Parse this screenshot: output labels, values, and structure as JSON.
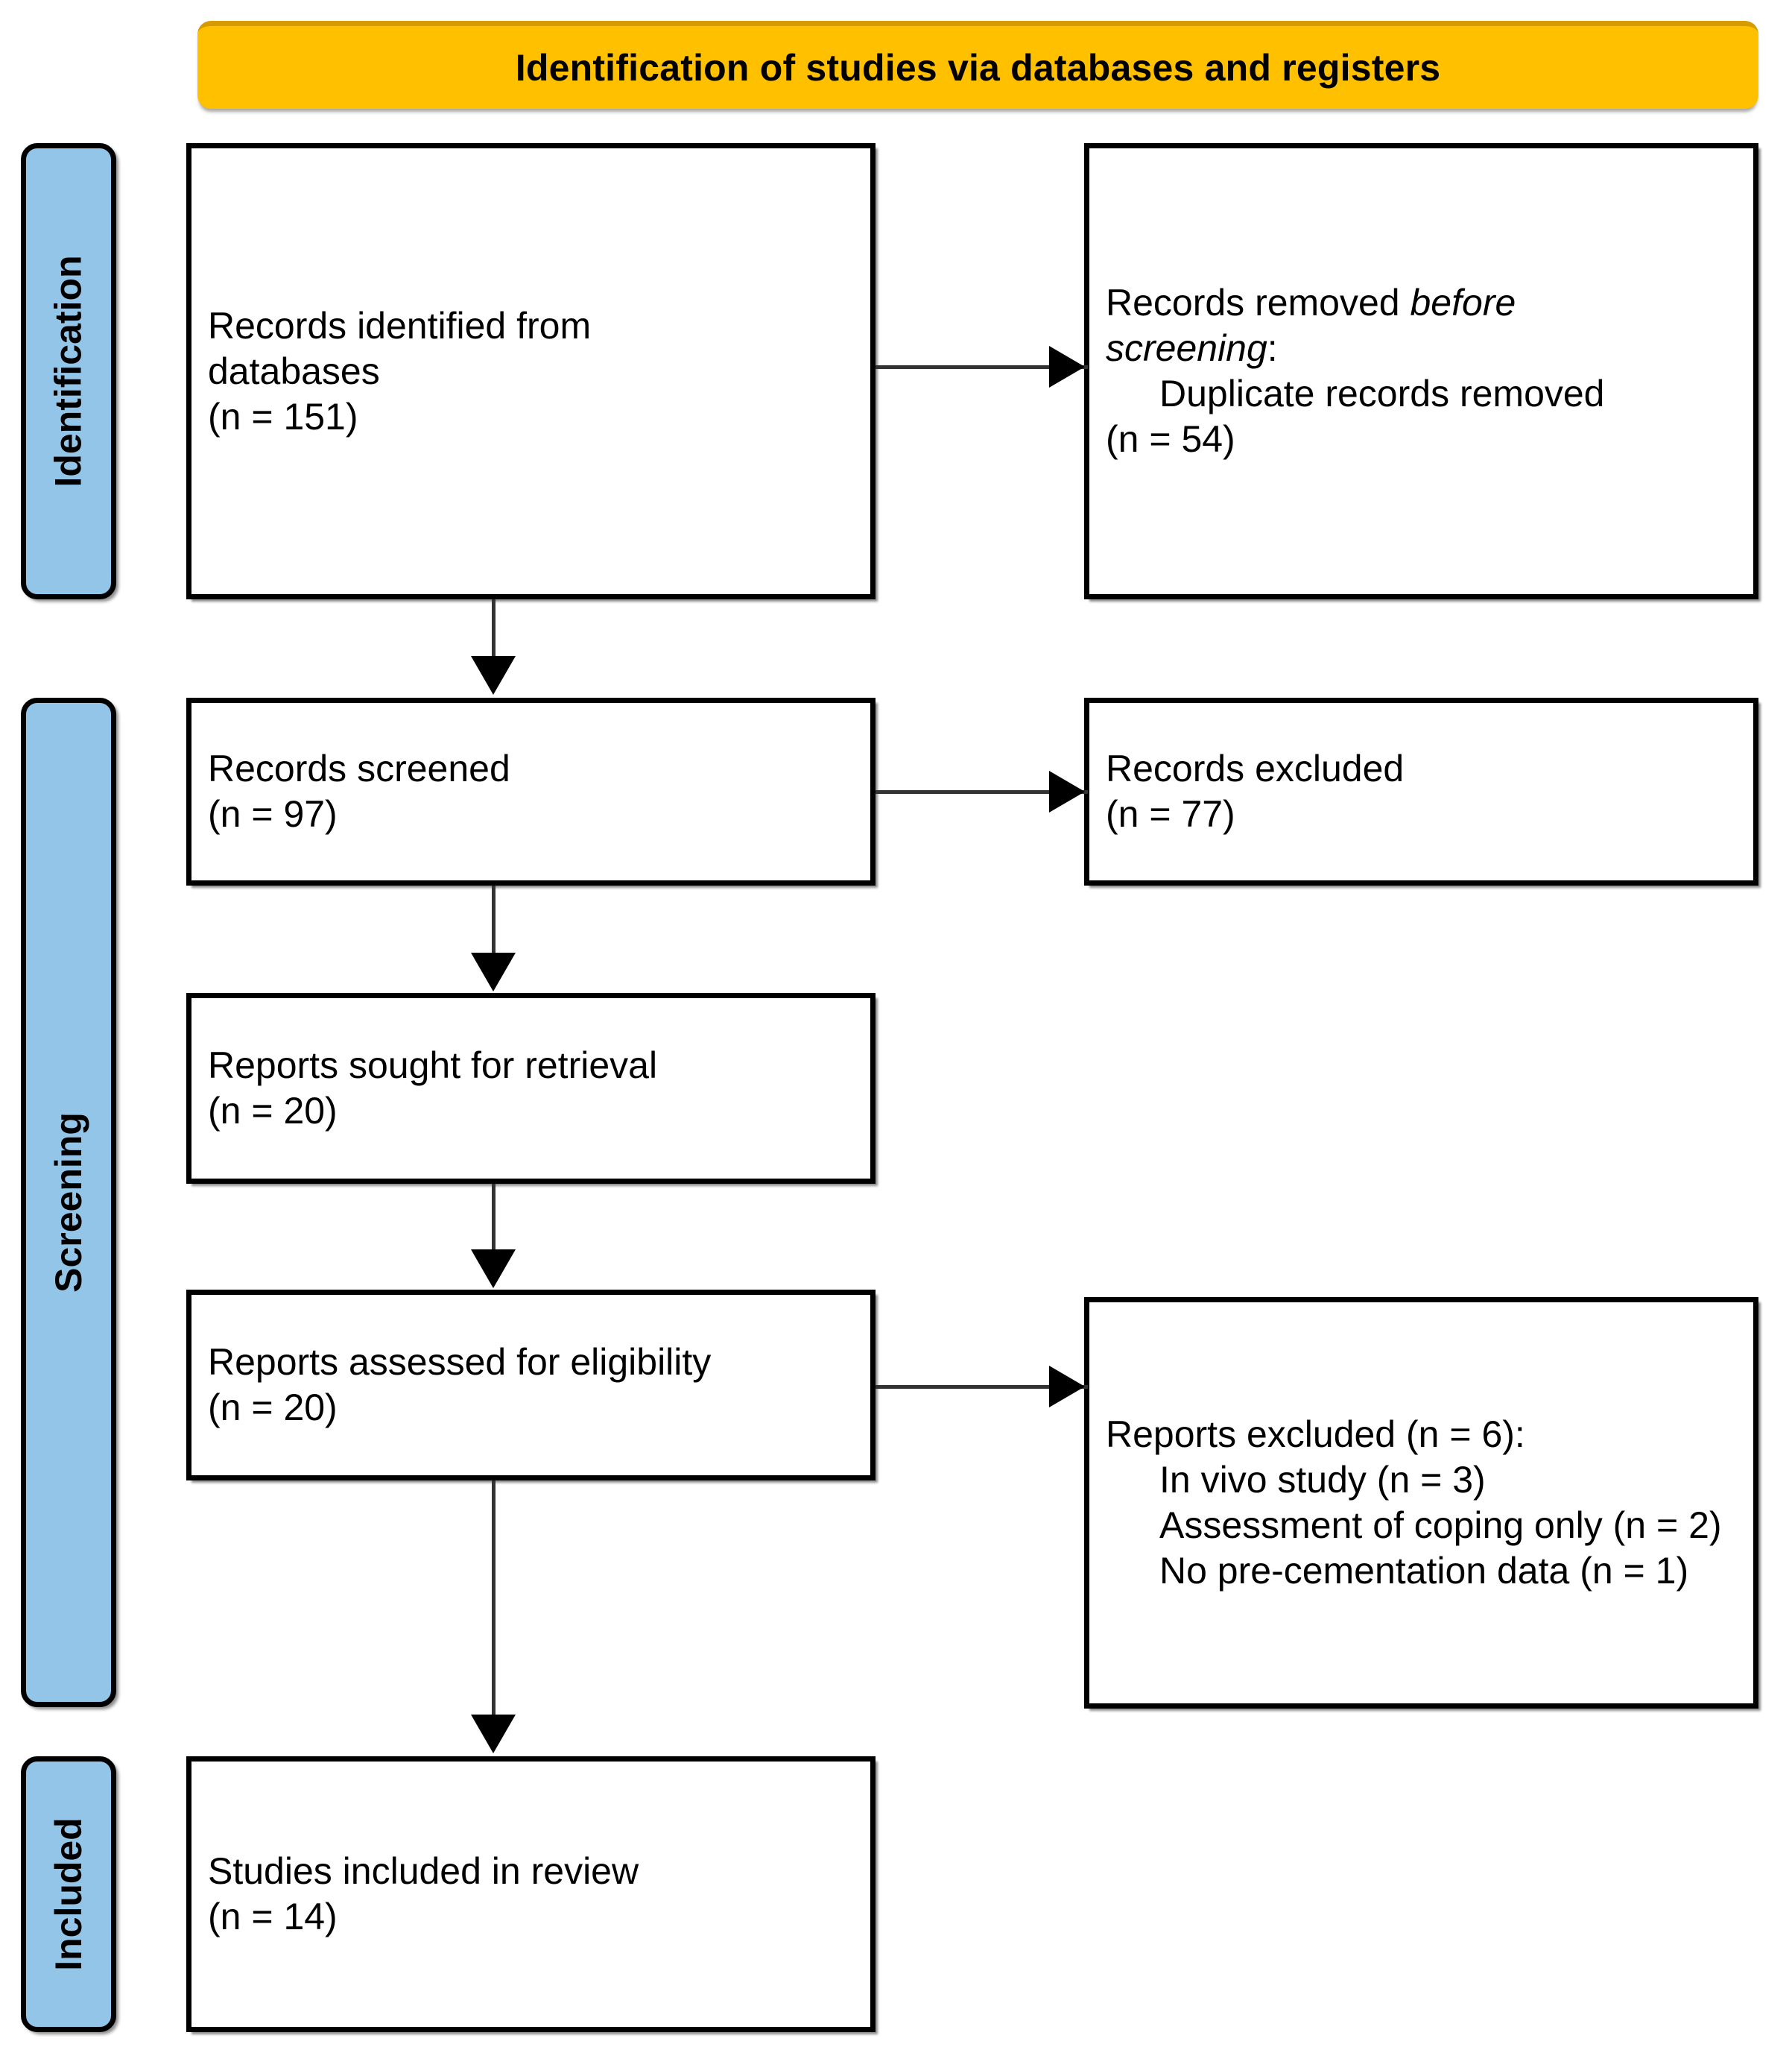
{
  "banner": {
    "title": "Identification of studies via databases and registers",
    "bg_color": "#FFC000"
  },
  "stage_bars": {
    "bg_color": "#92C5E8",
    "items": [
      {
        "id": "identification",
        "label": "Identification"
      },
      {
        "id": "screening",
        "label": "Screening"
      },
      {
        "id": "included",
        "label": "Included"
      }
    ]
  },
  "flow": {
    "identified": {
      "line1": "Records identified from",
      "line2": "databases",
      "line3": "(n = 151)",
      "count": 151
    },
    "removed": {
      "line1_prefix": "Records removed ",
      "line1_italic": "before",
      "line2_italic": "screening",
      "line2_suffix": ":",
      "line3": "Duplicate records removed",
      "line4": "(n = 54)",
      "count": 54
    },
    "screened": {
      "line1": "Records screened",
      "line2": "(n = 97)",
      "count": 97
    },
    "records_excluded": {
      "line1": "Records excluded",
      "line2": "(n = 77)",
      "count": 77
    },
    "sought": {
      "line1": "Reports sought for retrieval",
      "line2": "(n = 20)",
      "count": 20
    },
    "assessed": {
      "line1": "Reports assessed for eligibility",
      "line2": "(n = 20)",
      "count": 20
    },
    "reports_excluded": {
      "heading": "Reports excluded (n = 6):",
      "count": 6,
      "reasons": [
        {
          "text": "In vivo study (n = 3)",
          "count": 3
        },
        {
          "text": "Assessment of coping only (n = 2)",
          "count": 2
        },
        {
          "text": "No pre-cementation data (n = 1)",
          "count": 1
        }
      ]
    },
    "included": {
      "line1": "Studies included in review",
      "line2": "(n = 14)",
      "count": 14
    }
  },
  "chart_data": {
    "type": "diagram",
    "title": "Identification of studies via databases and registers",
    "nodes": [
      {
        "id": "identified",
        "stage": "Identification",
        "column": "left",
        "label": "Records identified from databases",
        "n": 151
      },
      {
        "id": "removed",
        "stage": "Identification",
        "column": "right",
        "label": "Records removed before screening: Duplicate records removed",
        "n": 54
      },
      {
        "id": "screened",
        "stage": "Screening",
        "column": "left",
        "label": "Records screened",
        "n": 97
      },
      {
        "id": "records_excluded",
        "stage": "Screening",
        "column": "right",
        "label": "Records excluded",
        "n": 77
      },
      {
        "id": "sought",
        "stage": "Screening",
        "column": "left",
        "label": "Reports sought for retrieval",
        "n": 20
      },
      {
        "id": "assessed",
        "stage": "Screening",
        "column": "left",
        "label": "Reports assessed for eligibility",
        "n": 20
      },
      {
        "id": "reports_excluded",
        "stage": "Screening",
        "column": "right",
        "label": "Reports excluded",
        "n": 6
      },
      {
        "id": "included",
        "stage": "Included",
        "column": "left",
        "label": "Studies included in review",
        "n": 14
      }
    ],
    "edges": [
      {
        "from": "identified",
        "to": "removed",
        "direction": "right"
      },
      {
        "from": "identified",
        "to": "screened",
        "direction": "down"
      },
      {
        "from": "screened",
        "to": "records_excluded",
        "direction": "right"
      },
      {
        "from": "screened",
        "to": "sought",
        "direction": "down"
      },
      {
        "from": "sought",
        "to": "assessed",
        "direction": "down"
      },
      {
        "from": "assessed",
        "to": "reports_excluded",
        "direction": "right"
      },
      {
        "from": "assessed",
        "to": "included",
        "direction": "down"
      }
    ]
  }
}
